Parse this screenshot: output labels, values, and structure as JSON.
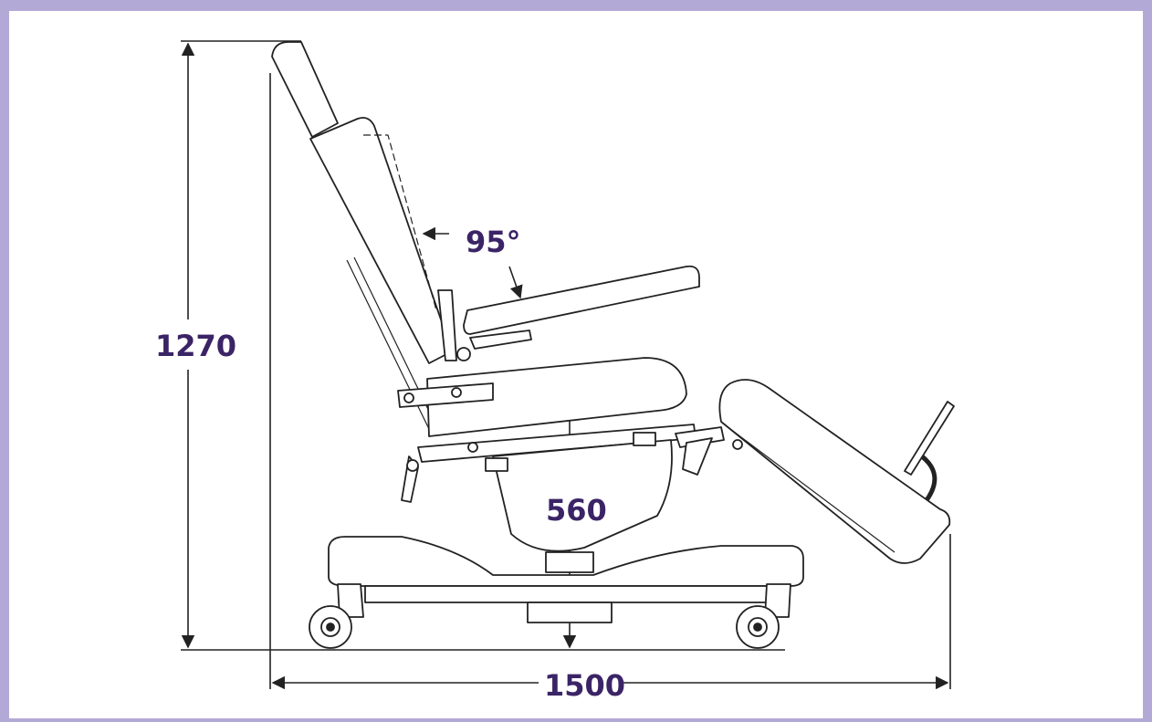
{
  "labels": {
    "height": "1270",
    "seat_height": "560",
    "length": "1500",
    "angle": "95°"
  },
  "colors": {
    "frame": "#b3a9d6",
    "label": "#3b2466",
    "line": "#222222"
  }
}
